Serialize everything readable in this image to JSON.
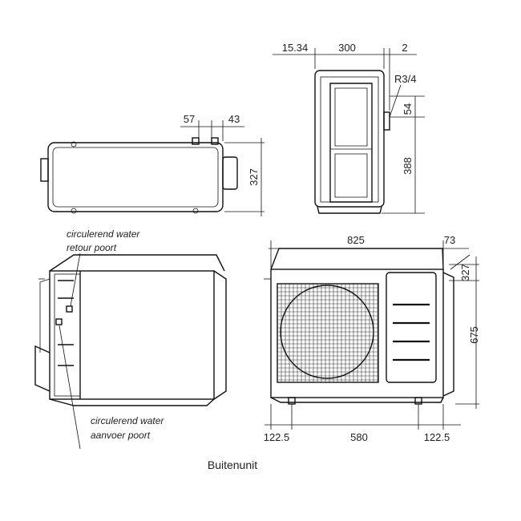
{
  "dimensions": {
    "side_top_left": "15.34",
    "side_top_mid": "300",
    "side_top_right": "2",
    "pipe_thread": "R3/4",
    "side_upper_height": "54",
    "side_height": "388",
    "top_left": "57",
    "top_right": "43",
    "top_depth": "327",
    "front_width": "825",
    "front_overhang": "73",
    "front_depth": "327",
    "front_height": "675",
    "foot_left": "122.5",
    "foot_span": "580",
    "foot_right": "122.5"
  },
  "labels": {
    "return_port": [
      "circulerend water",
      "retour poort"
    ],
    "supply_port": [
      "circulerend water",
      "aanvoer poort"
    ]
  },
  "caption": "Buitenunit"
}
